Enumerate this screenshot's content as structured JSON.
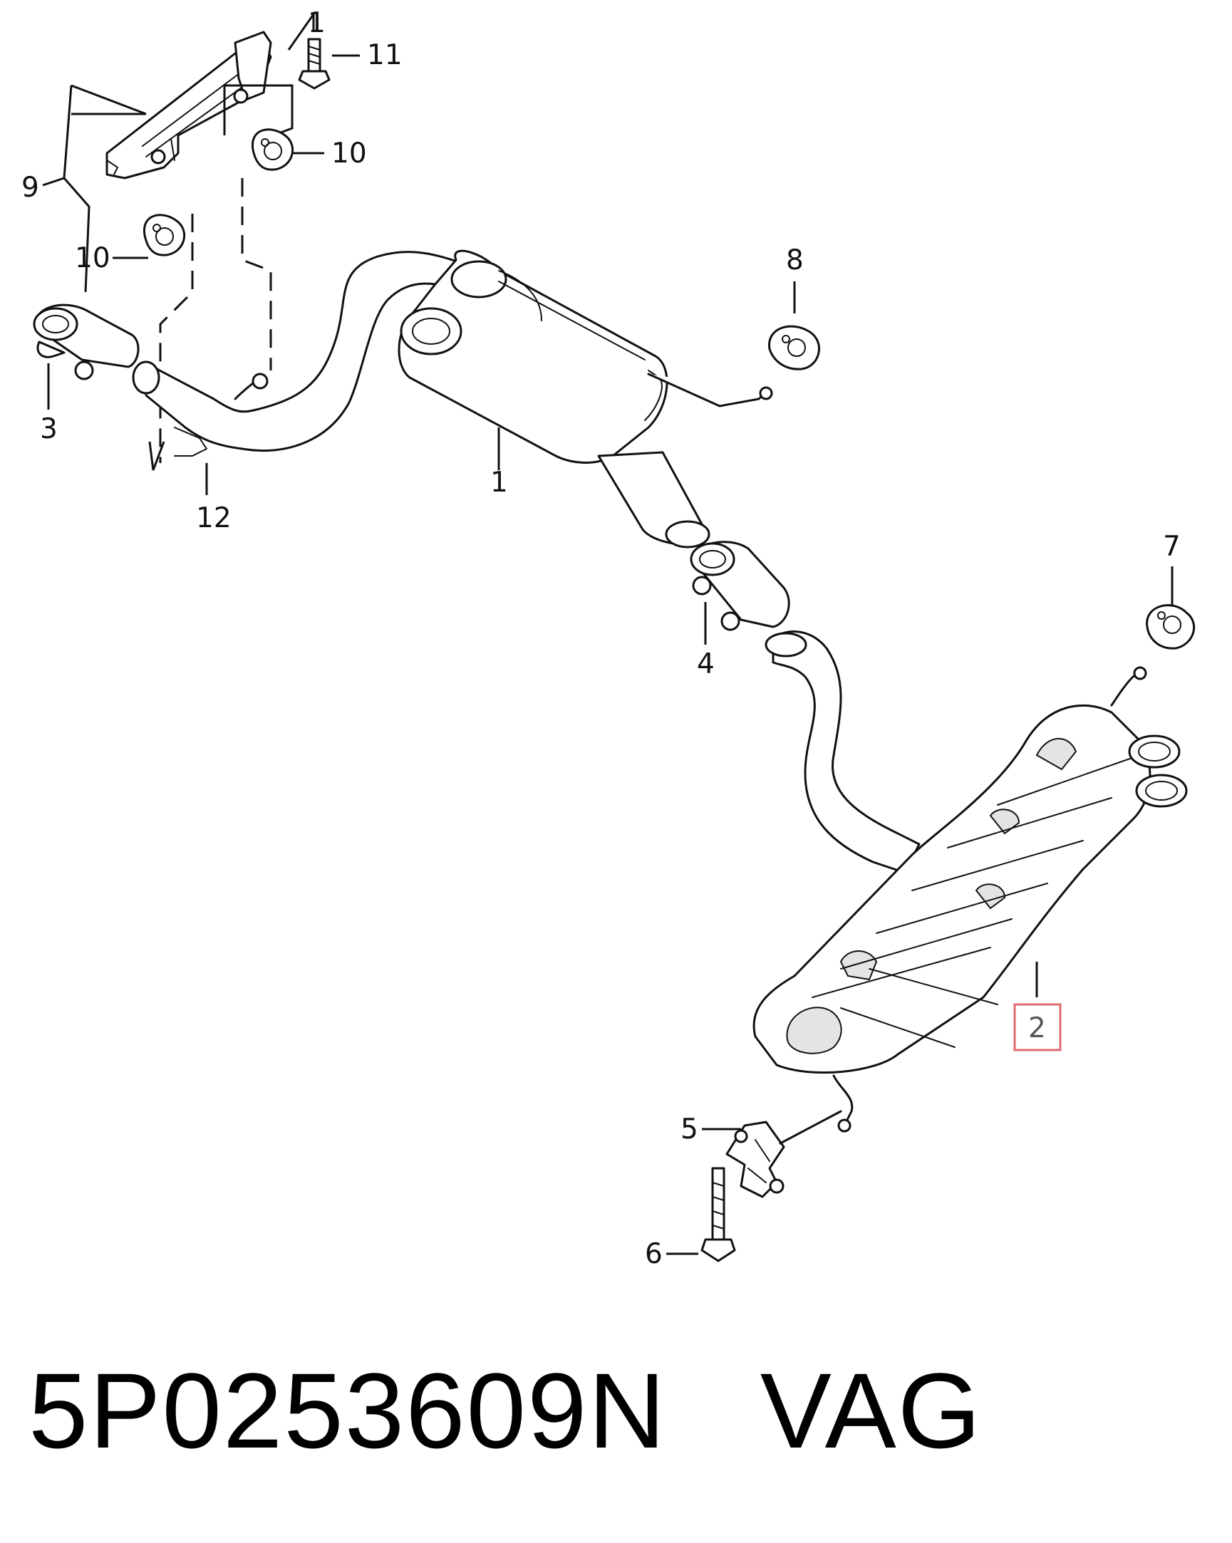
{
  "diagram": {
    "callouts": {
      "c1_top": "1",
      "c11": "11",
      "c10_upper": "10",
      "c9": "9",
      "c10_lower": "10",
      "c8": "8",
      "c3": "3",
      "c1_main": "1",
      "c12": "12",
      "c7": "7",
      "c4": "4",
      "c2": "2",
      "c5": "5",
      "c6": "6"
    },
    "highlighted_callout": "2",
    "highlight_color": "#e06a72"
  },
  "footer": {
    "part_number": "5P0253609N",
    "brand": "VAG"
  }
}
